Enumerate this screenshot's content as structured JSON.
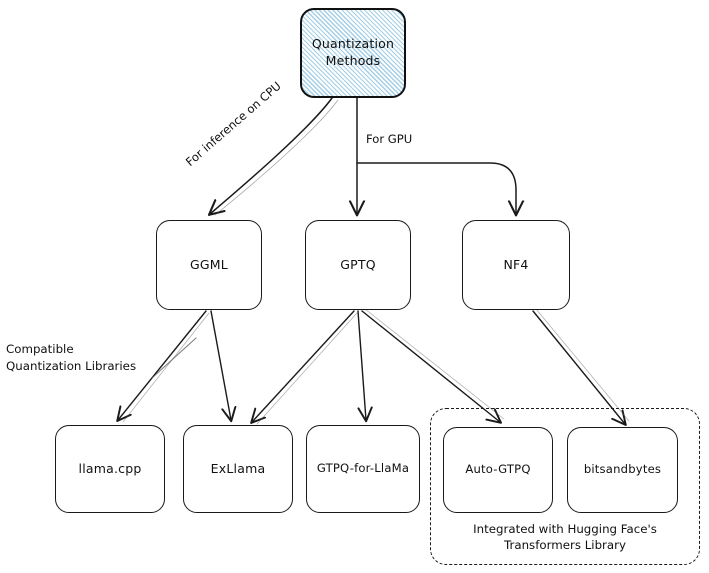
{
  "diagram": {
    "title_node": {
      "id": "quantization-methods",
      "label": "Quantization\nMethods",
      "fill": "#dff0f7",
      "hatch_color": "#78b4d7"
    },
    "methods": [
      {
        "id": "ggml",
        "label": "GGML"
      },
      {
        "id": "gptq",
        "label": "GPTQ"
      },
      {
        "id": "nf4",
        "label": "NF4"
      }
    ],
    "libraries": [
      {
        "id": "llama-cpp",
        "label": "llama.cpp"
      },
      {
        "id": "exllama",
        "label": "ExLlama"
      },
      {
        "id": "gtpq-for-llama",
        "label": "GTPQ-for-LlaMa"
      },
      {
        "id": "auto-gtpq",
        "label": "Auto-GTPQ"
      },
      {
        "id": "bitsandbytes",
        "label": "bitsandbytes"
      }
    ],
    "edge_labels": {
      "cpu": "For inference on CPU",
      "gpu": "For GPU"
    },
    "side_label": "Compatible\nQuantization Libraries",
    "group": {
      "id": "huggingface-group",
      "caption": "Integrated with Hugging Face's\nTransformers Library"
    },
    "connections": [
      {
        "from": "quantization-methods",
        "to": "ggml",
        "label": "For inference on CPU"
      },
      {
        "from": "quantization-methods",
        "to": "gptq",
        "label": "For GPU"
      },
      {
        "from": "quantization-methods",
        "to": "nf4",
        "label": "For GPU"
      },
      {
        "from": "ggml",
        "to": "llama-cpp",
        "label": ""
      },
      {
        "from": "ggml",
        "to": "exllama",
        "label": ""
      },
      {
        "from": "gptq",
        "to": "exllama",
        "label": ""
      },
      {
        "from": "gptq",
        "to": "gtpq-for-llama",
        "label": ""
      },
      {
        "from": "gptq",
        "to": "auto-gtpq",
        "label": ""
      },
      {
        "from": "nf4",
        "to": "bitsandbytes",
        "label": ""
      }
    ],
    "stroke_color": "#1a1a1a"
  }
}
